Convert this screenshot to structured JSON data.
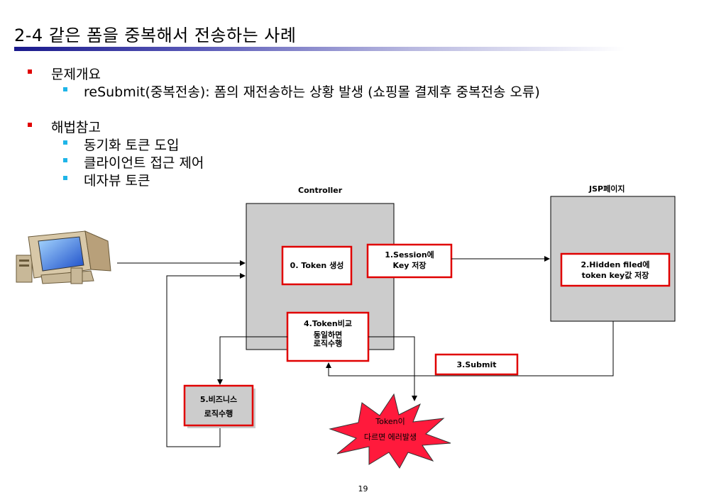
{
  "slide": {
    "title": "2-4 같은 폼을 중복해서 전송하는 사례",
    "page_number": "19"
  },
  "bullets": [
    {
      "label": "문제개요",
      "children": [
        "reSubmit(중복전송): 폼의 재전송하는 상황 발생 (쇼핑몰 결제후 중복전송 오류)"
      ]
    },
    {
      "label": "해법참고",
      "children": [
        "동기화 토큰 도입",
        "클라이언트 접근 제어",
        "데자뷰 토큰"
      ]
    }
  ],
  "diagram": {
    "controller_label": "Controller",
    "jsp_label": "JSP페이지",
    "token_create": "0. Token 생성",
    "session_store_1": "1.Session에",
    "session_store_2": "Key 저장",
    "hidden_field_1": "2.Hidden filed에",
    "hidden_field_2": "token key값 저장",
    "submit": "3.Submit",
    "compare_1": "4.Token비교",
    "compare_2": "동일하면",
    "compare_3": "로직수행",
    "business_1": "5.비즈니스",
    "business_2": "로직수행",
    "error_1": "Token이",
    "error_2": "다르면 에러발생",
    "colors": {
      "highlight": "#e00000",
      "box_fill": "#cccccc",
      "burst_fill": "#ff1a3c"
    }
  }
}
